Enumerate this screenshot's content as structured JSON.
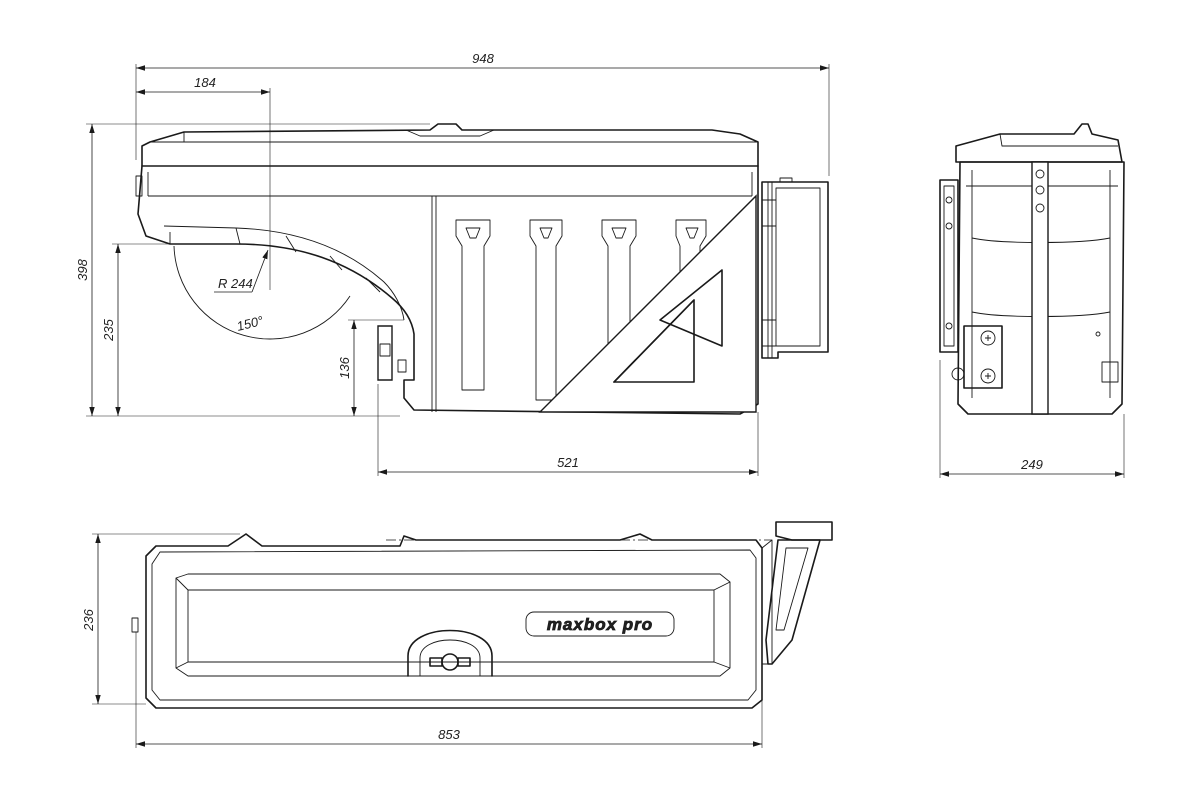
{
  "drawing": {
    "logo": {
      "text": "maxbox pro"
    },
    "dimensions": {
      "overall_length": "948",
      "arc_offset": "184",
      "overall_height": "398",
      "wheel_arch_height": "235",
      "step_height": "136",
      "body_length_lower": "521",
      "width_side_view": "249",
      "width_top_view": "236",
      "length_top_view": "853",
      "arc_radius": "R 244",
      "swing_angle": "150°"
    }
  }
}
